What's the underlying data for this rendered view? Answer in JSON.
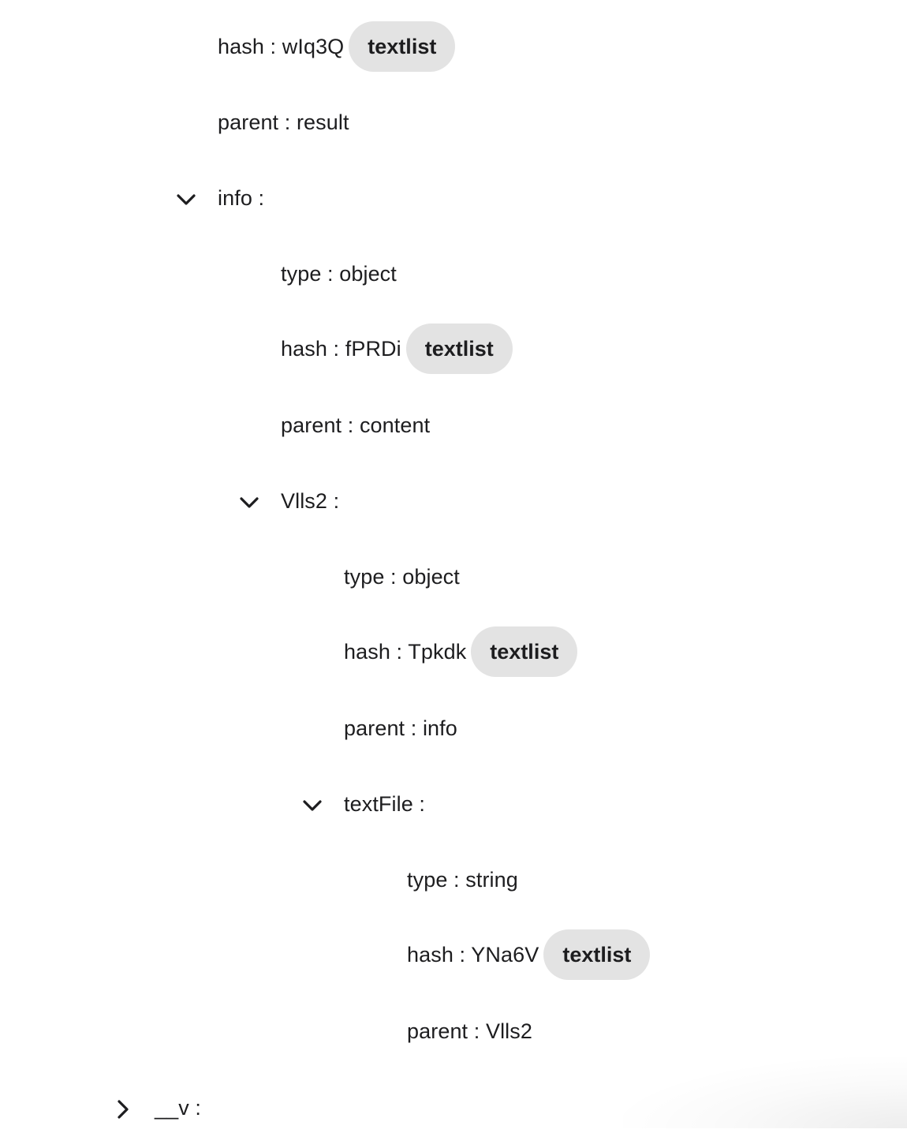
{
  "tree": {
    "rows": [
      {
        "text": "hash : wIq3Q",
        "badge": "textlist"
      },
      {
        "text": "parent : result"
      },
      {
        "text": "info :",
        "toggle": "expanded"
      },
      {
        "text": "type : object"
      },
      {
        "text": "hash : fPRDi",
        "badge": "textlist"
      },
      {
        "text": "parent : content"
      },
      {
        "text": "Vlls2 :",
        "toggle": "expanded"
      },
      {
        "text": "type : object"
      },
      {
        "text": "hash : Tpkdk",
        "badge": "textlist"
      },
      {
        "text": "parent : info"
      },
      {
        "text": "textFile :",
        "toggle": "expanded"
      },
      {
        "text": "type : string"
      },
      {
        "text": "hash : YNa6V",
        "badge": "textlist"
      },
      {
        "text": "parent : Vlls2"
      },
      {
        "text": "__v :",
        "toggle": "collapsed"
      }
    ]
  },
  "icons": {
    "expanded": "chevron-down-icon",
    "collapsed": "chevron-right-icon"
  },
  "colors": {
    "text": "#1d1d1f",
    "badge_bg": "#e3e3e3"
  }
}
